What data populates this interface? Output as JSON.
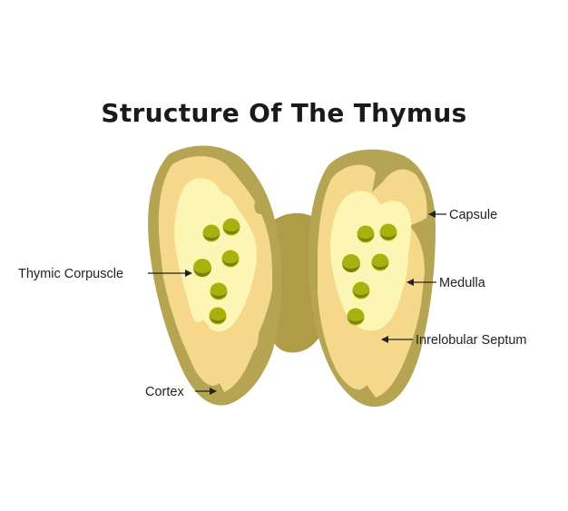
{
  "title": "Structure Of The Thymus",
  "labels": {
    "capsule": "Capsule",
    "medulla": "Medulla",
    "septum": "Inrelobular Septum",
    "corpuscle": "Thymic Corpuscle",
    "cortex": "Cortex"
  },
  "colors": {
    "capsule": "#b5a552",
    "cortex": "#f5d889",
    "medulla": "#fdf5b4",
    "corpuscle": "#a8b20f",
    "corpuscle_shade": "#77800b",
    "isthmus": "#b09c47",
    "arrow": "#222222"
  }
}
